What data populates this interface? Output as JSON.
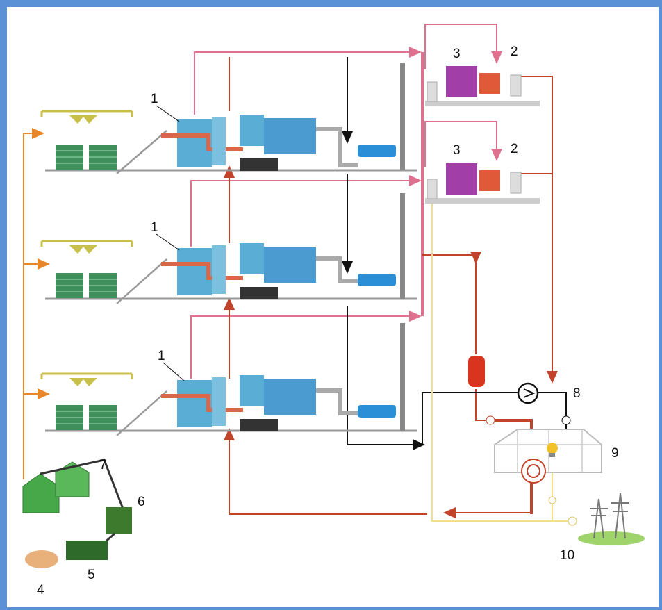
{
  "callouts": {
    "boiler": "1",
    "generator": "2",
    "turbine": "3",
    "wood_chips": "4",
    "chipper": "5",
    "conveyor_unit": "6",
    "silos": "7",
    "pump": "8",
    "greenhouse": "9",
    "power_grid": "10"
  },
  "colors": {
    "frame": "#5b8fd6",
    "steam_line": "#e07090",
    "hot_water_line": "#c0432a",
    "feed_line": "#e8862a",
    "return_line": "#111111",
    "power_line": "#f2e08a",
    "boiler_blue": "#5aaed6",
    "fuel_green": "#3f8f5a",
    "turbine_magenta": "#a23ea8"
  }
}
